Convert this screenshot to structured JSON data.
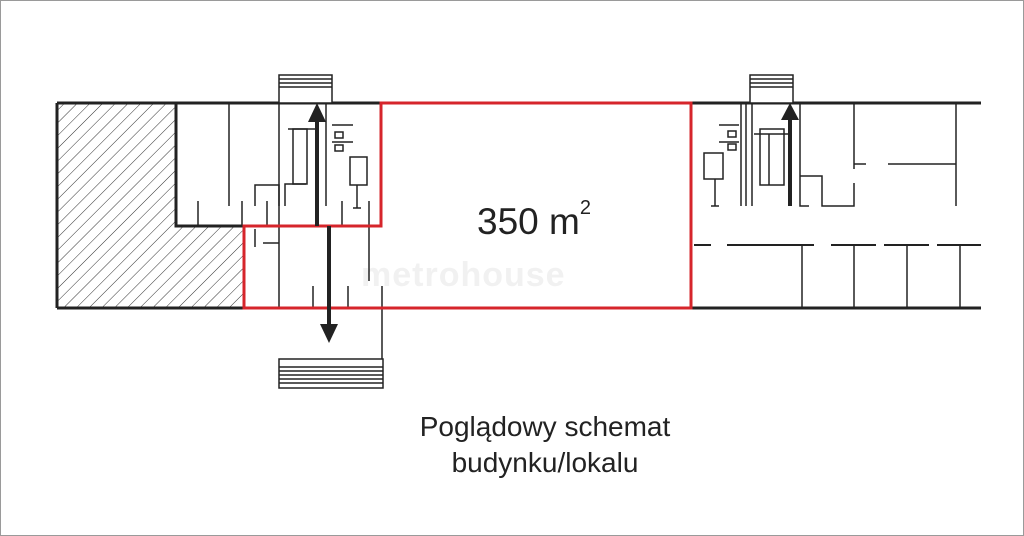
{
  "plan": {
    "area_value": "350 m",
    "area_unit_sup": "2",
    "caption_line1": "Poglądowy schemat",
    "caption_line2": "budynku/lokalu",
    "watermark": "metrohouse",
    "highlight_color": "#d6252b",
    "wall_color": "#222222"
  }
}
